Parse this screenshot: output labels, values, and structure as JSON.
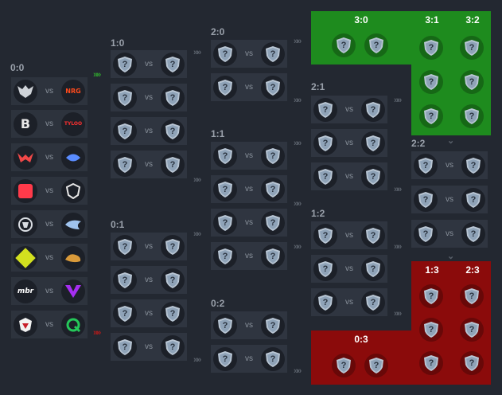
{
  "round_labels": {
    "r00": "0:0",
    "r10": "1:0",
    "r01": "0:1",
    "r20": "2:0",
    "r11": "1:1",
    "r02": "0:2",
    "r21": "2:1",
    "r12": "1:2",
    "r30": "3:0",
    "r31": "3:1",
    "r32": "3:2",
    "r22": "2:2",
    "r13": "1:3",
    "r23": "2:3",
    "r03": "0:3"
  },
  "vs_text": "vs",
  "tbd_text": "?",
  "teams": {
    "m1": [
      "heroic-logo",
      "nrg-logo"
    ],
    "m2": [
      "big-logo",
      "tyloo-logo"
    ],
    "m3": [
      "heretics-logo",
      "imperial-logo"
    ],
    "m4": [
      "bb-logo",
      "gamerlegion-logo"
    ],
    "m5": [
      "bestia-logo",
      "liquid-logo"
    ],
    "m6": [
      "gzp-logo",
      "mouz-logo"
    ],
    "m7": [
      "mibr-logo",
      "vitality-logo"
    ],
    "m8": [
      "redcanids-logo",
      "falcons-logo"
    ]
  },
  "logo_text": {
    "nrg": "NRG",
    "tyloo": "TYLOO",
    "mibr": "mbr"
  },
  "colors": {
    "advance_region": "#1e8b1e",
    "eliminate_region": "#8b0b0b",
    "background": "#232831"
  }
}
